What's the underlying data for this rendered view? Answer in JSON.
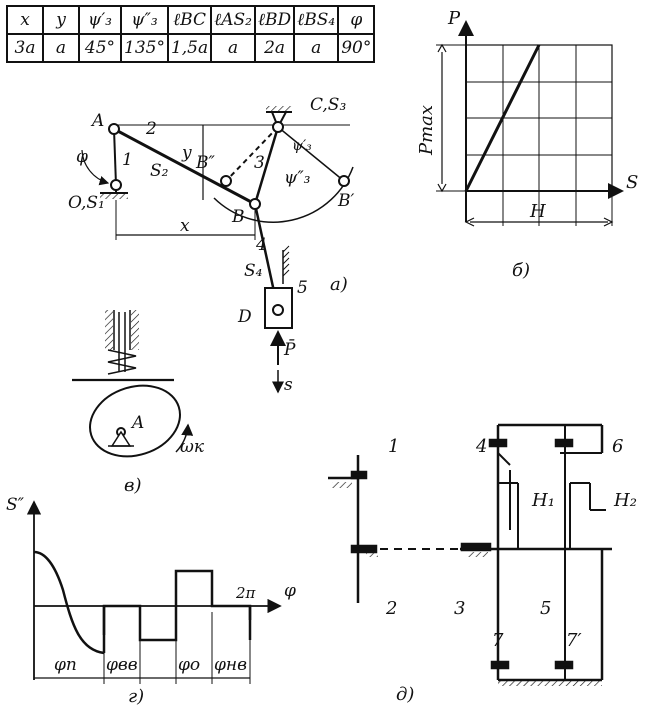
{
  "table": {
    "headers": [
      "x",
      "y",
      "ψ′₃",
      "ψ″₃",
      "ℓBC",
      "ℓAS₂",
      "ℓBD",
      "ℓBS₄",
      "φ"
    ],
    "values": [
      "3a",
      "a",
      "45°",
      "135°",
      "1,5a",
      "a",
      "2a",
      "a",
      "90°"
    ]
  },
  "fig_a": {
    "caption": "а)",
    "labels": {
      "A": "A",
      "O": "O,S₁",
      "C": "C,S₃",
      "B": "B",
      "Bpp": "B″",
      "Bp": "B′",
      "D": "D",
      "S2": "S₂",
      "S4": "S₄",
      "n1": "1",
      "n2": "2",
      "n3": "3",
      "n4": "4",
      "n5": "5",
      "phi": "φ",
      "x": "x",
      "y": "y",
      "psi2": "ψ″₃",
      "psi1": "ψ′₃",
      "P": "P̄",
      "s": "s"
    }
  },
  "fig_b": {
    "caption": "б)",
    "labels": {
      "P": "P",
      "Pmax": "Pmax",
      "S": "S",
      "H": "H"
    }
  },
  "fig_v": {
    "caption": "в)",
    "labels": {
      "A": "A",
      "omega": "ωк"
    }
  },
  "fig_g": {
    "caption": "г)",
    "labels": {
      "s": "S″",
      "phi": "φ",
      "twopi": "2π",
      "seg1": "φп",
      "seg2": "φвв",
      "seg3": "φо",
      "seg4": "φнв"
    }
  },
  "fig_d": {
    "caption": "д)",
    "labels": {
      "g1": "1",
      "g2": "2",
      "g3": "3",
      "g4": "4",
      "g5": "5",
      "g6": "6",
      "g7": "7",
      "g7p": "7′",
      "H1": "H₁",
      "H2": "H₂"
    }
  }
}
